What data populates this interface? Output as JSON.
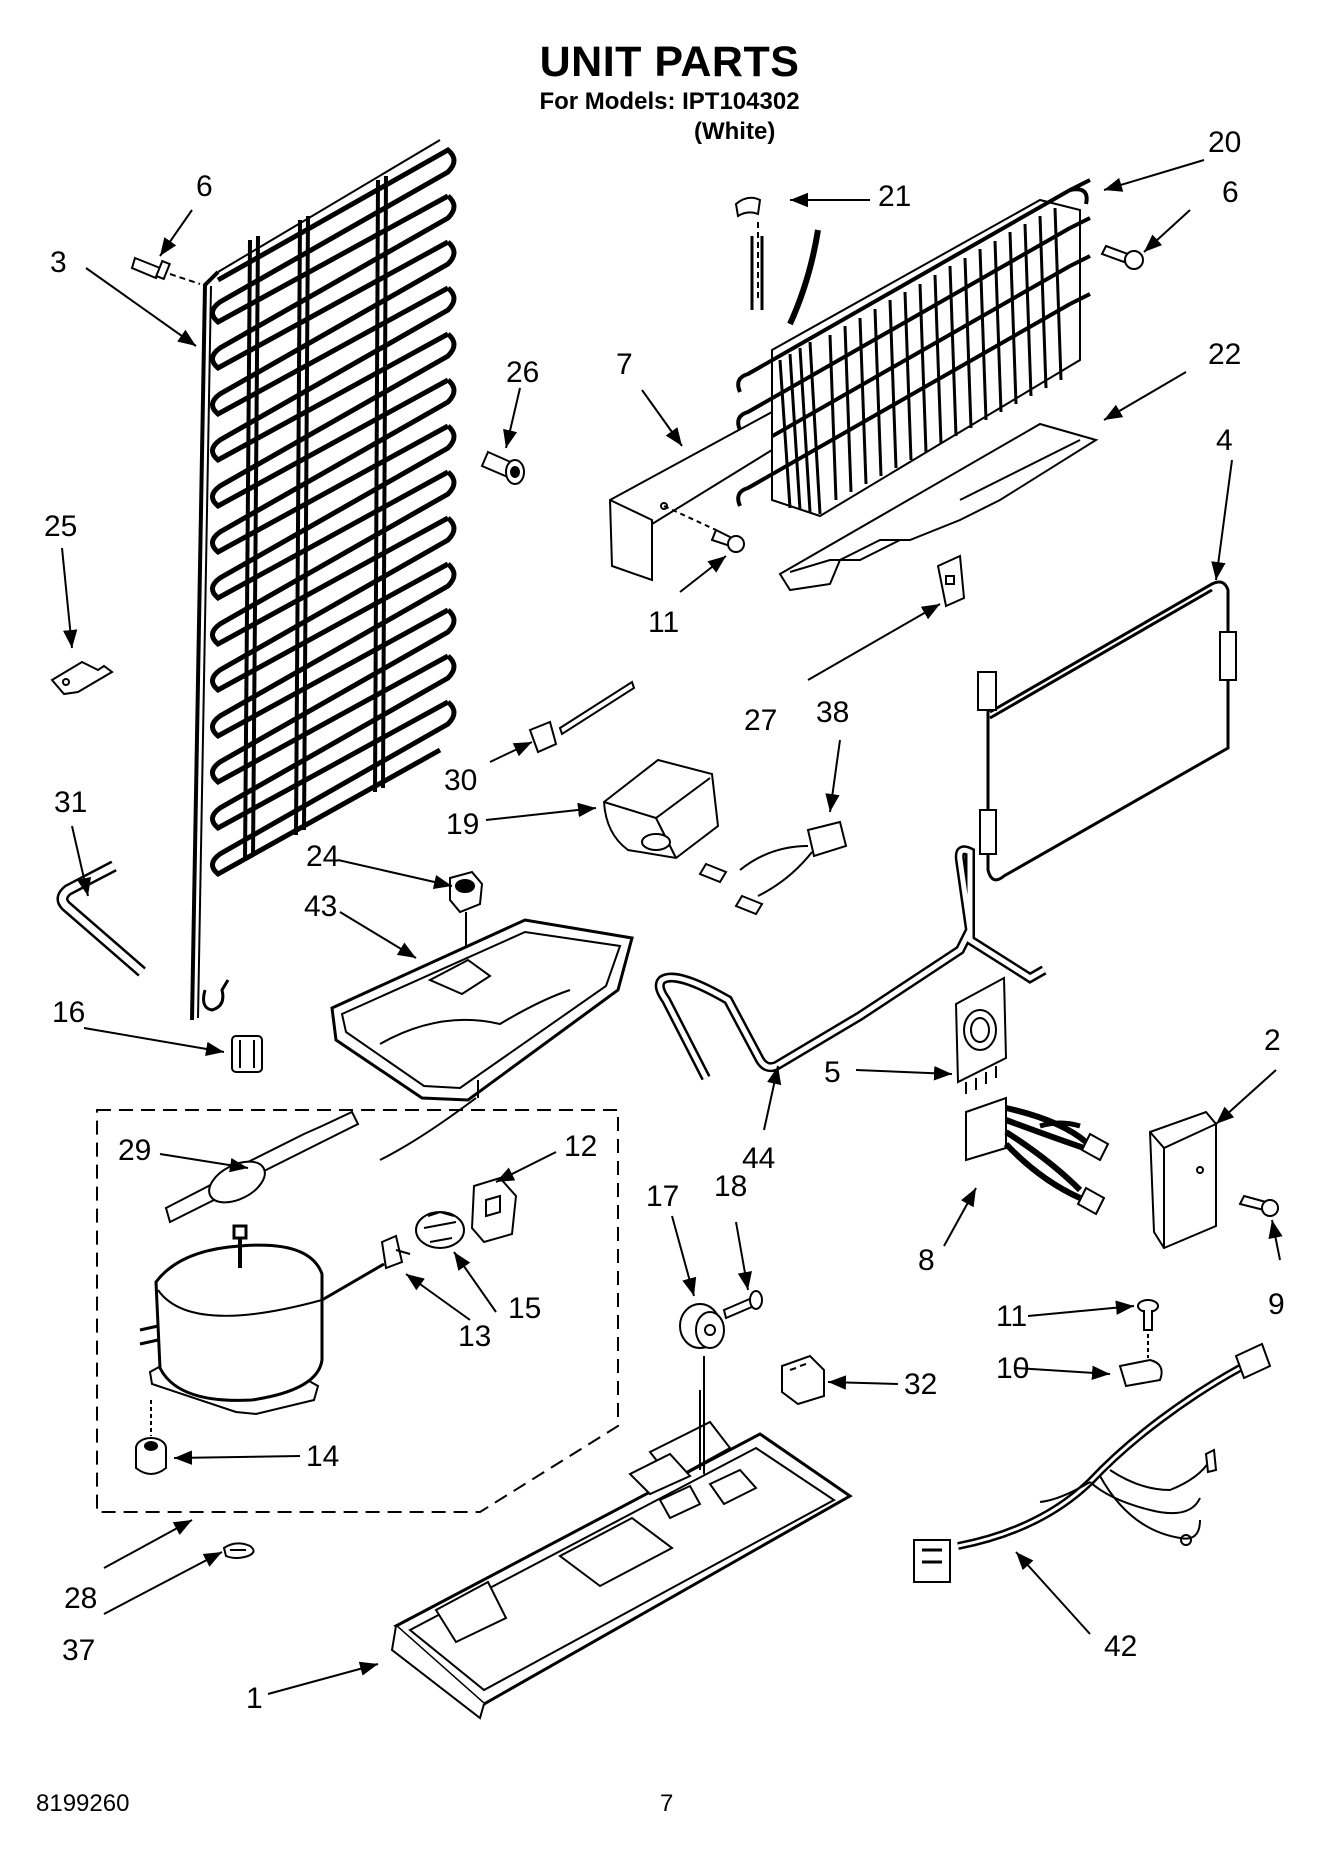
{
  "header": {
    "title": "UNIT PARTS",
    "models_line": "For Models: IPT104302",
    "variant": "(White)"
  },
  "footer": {
    "doc_number": "8199260",
    "page_number": "7"
  },
  "callouts": {
    "c6a": "6",
    "c3": "3",
    "c26": "26",
    "c25": "25",
    "c31": "31",
    "c24": "24",
    "c43": "43",
    "c16": "16",
    "c29": "29",
    "c12": "12",
    "c15": "15",
    "c13": "13",
    "c14": "14",
    "c28": "28",
    "c37": "37",
    "c1": "1",
    "c20": "20",
    "c21": "21",
    "c6b": "6",
    "c7": "7",
    "c22": "22",
    "c4": "4",
    "c11a": "11",
    "c27": "27",
    "c38": "38",
    "c30": "30",
    "c19": "19",
    "c5": "5",
    "c2": "2",
    "c44": "44",
    "c8": "8",
    "c9": "9",
    "c17": "17",
    "c18": "18",
    "c11b": "11",
    "c10": "10",
    "c32": "32",
    "c42": "42"
  }
}
